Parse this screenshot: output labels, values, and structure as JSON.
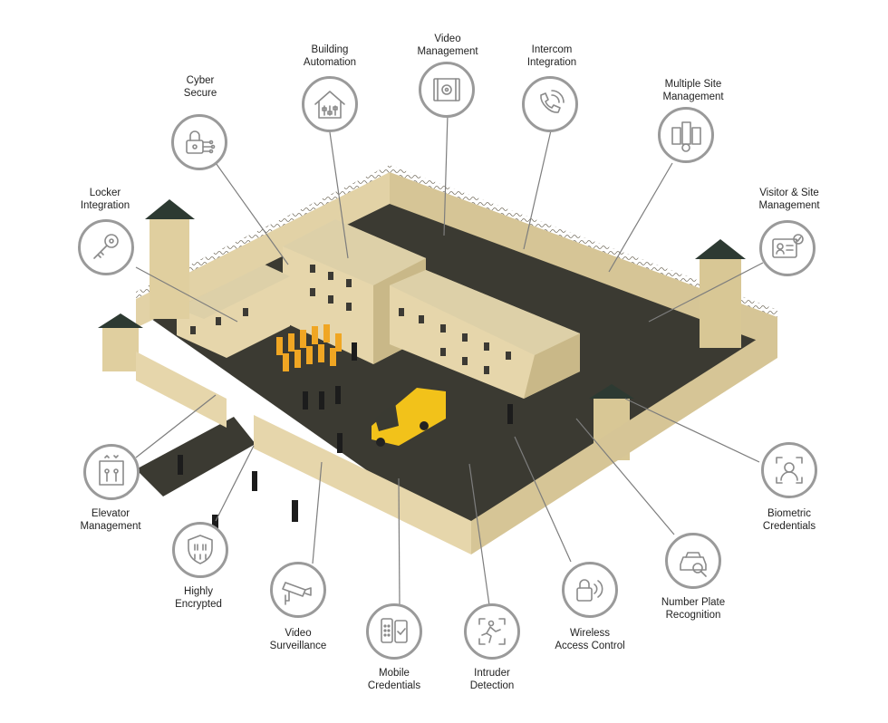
{
  "features": [
    {
      "id": "cyber",
      "label": "Cyber\nSecure",
      "icon": "padlock-circuit-icon"
    },
    {
      "id": "building",
      "label": "Building\nAutomation",
      "icon": "house-sliders-icon"
    },
    {
      "id": "videomgmt",
      "label": "Video\nManagement",
      "icon": "film-gear-icon"
    },
    {
      "id": "intercom",
      "label": "Intercom\nIntegration",
      "icon": "phone-signal-icon"
    },
    {
      "id": "multisite",
      "label": "Multiple Site\nManagement",
      "icon": "buildings-gear-icon"
    },
    {
      "id": "visitor",
      "label": "Visitor & Site\nManagement",
      "icon": "id-card-check-icon"
    },
    {
      "id": "locker",
      "label": "Locker\nIntegration",
      "icon": "key-icon"
    },
    {
      "id": "biometric",
      "label": "Biometric\nCredentials",
      "icon": "face-scan-icon"
    },
    {
      "id": "elevator",
      "label": "Elevator\nManagement",
      "icon": "elevator-icon"
    },
    {
      "id": "encrypted",
      "label": "Highly\nEncrypted",
      "icon": "binary-shield-icon"
    },
    {
      "id": "surveillance",
      "label": "Video\nSurveillance",
      "icon": "cctv-camera-icon"
    },
    {
      "id": "mobile",
      "label": "Mobile\nCredentials",
      "icon": "phone-keypad-icon"
    },
    {
      "id": "intruder",
      "label": "Intruder\nDetection",
      "icon": "running-person-icon"
    },
    {
      "id": "wireless",
      "label": "Wireless\nAccess Control",
      "icon": "wireless-lock-icon"
    },
    {
      "id": "numberplate",
      "label": "Number Plate\nRecognition",
      "icon": "car-magnifier-icon"
    }
  ],
  "colors": {
    "wall": "#dccb9e",
    "wall_shadow": "#bfae80",
    "roof_dark": "#2f3a33",
    "ground": "#3a3830",
    "van": "#f2c21a",
    "prisoner": "#f0a623",
    "guard": "#1c1c1c",
    "icon_stroke": "#8a8a8a",
    "leader_line": "#7d7d7d"
  }
}
